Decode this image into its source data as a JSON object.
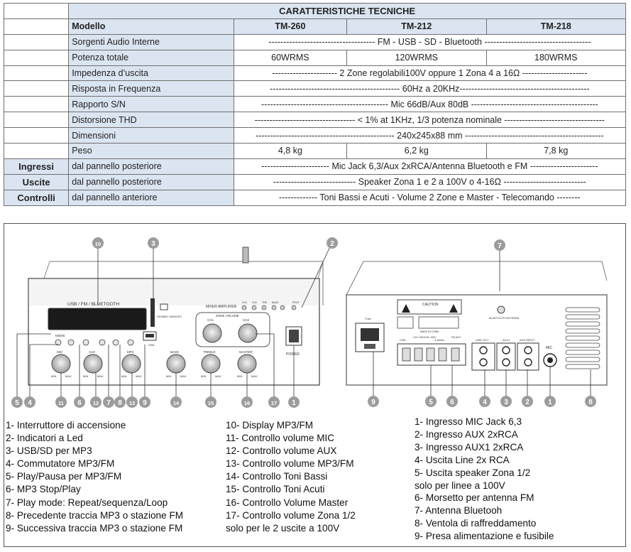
{
  "table": {
    "title": "CARATTERISTICHE TECNICHE",
    "header": {
      "label": "Modello",
      "models": [
        "TM-260",
        "TM-212",
        "TM-218"
      ]
    },
    "rows": [
      {
        "label": "Sorgenti Audio Interne",
        "span": "------------------------------------ FM - USB - SD - Bluetooth ------------------------------------"
      },
      {
        "label": "Potenza totale",
        "values": [
          "60WRMS",
          "120WRMS",
          "180WRMS"
        ]
      },
      {
        "label": "Impedenza d’uscita",
        "span": "---------------------- 2 Zone regolabili100V oppure 1 Zona 4 a 16Ω ----------------------"
      },
      {
        "label": "Risposta in Frequenza",
        "span": "-------------------------------------------- 60Hz a 20KHz--------------------------------------------"
      },
      {
        "label": "Rapporto S/N",
        "span": "------------------------------------------- Mic 66dB/Aux 80dB -------------------------------------------"
      },
      {
        "label": "Distorsione THD",
        "span": "---------------------------------- < 1% at 1KHz, 1/3 potenza nominale ----------------------------------"
      },
      {
        "label": "Dimensioni",
        "span": "----------------------------------------------- 240x245x88 mm -----------------------------------------------"
      },
      {
        "label": "Peso",
        "values": [
          "4,8 kg",
          "6,2 kg",
          "7,8 kg"
        ]
      }
    ],
    "groups": [
      {
        "group": "Ingressi",
        "label": "dal pannello posteriore",
        "span": "----------------------- Mic Jack 6,3/Aux 2xRCA/Antenna Bluetooth e FM -----------------------"
      },
      {
        "group": "Uscite",
        "label": "dal pannello posteriore",
        "span": "---------------------------- Speaker Zona 1 e 2 a 100V o 4-16Ω ----------------------------"
      },
      {
        "group": "Controlli",
        "label": "dal pannello anteriore",
        "span": "------------- Toni Bassi e Acuti - Volume 2 Zone e Master - Telecomando --------"
      }
    ]
  },
  "front_panel": {
    "display_text": "USB / FM / BLUETOOTH",
    "mode_label": "MODE",
    "mixer_label": "MIXER AMPLIFIER",
    "led_labels": [
      "CH1",
      "CH2",
      "TRE",
      "BASS",
      "PROT"
    ],
    "zone_volume_label": "ZONE VOLUME",
    "zone_knobs": [
      "CH1",
      "CH2"
    ],
    "knobs": [
      "MIC",
      "AUX",
      "MP3",
      "BASS",
      "TREBLE",
      "MASTER"
    ],
    "min_label": "MIN",
    "max_label": "MAX",
    "sd_label": "SD/MMC MEMORY",
    "usb_label": "USB",
    "power_label": "POWER"
  },
  "rear_panel": {
    "fuse_label": "Fuse",
    "caution_label": "CAUTION",
    "bluetooth_label": "BLUETOOTH ANTENNA",
    "terminal_labels": [
      "COM",
      "CH1 100V",
      "CH2 100V",
      "4-16ohm",
      "FM ANT"
    ],
    "line_out_label": "LINE OUT",
    "aux1_label": "AUX1",
    "aux_input_label": "AUX INPUT",
    "mic_label": "MIC",
    "made_in": "MADE IN CHINA"
  },
  "callouts": [
    "1",
    "2",
    "3",
    "4",
    "5",
    "6",
    "7",
    "8",
    "9",
    "10",
    "11",
    "12",
    "13",
    "14",
    "15",
    "16",
    "17"
  ],
  "legend_front_left": [
    "1- Interruttore di accensione",
    "2- Indicatori a Led",
    "3- USB/SD per MP3",
    "4- Commutatore MP3/FM",
    "5- Play/Pausa per MP3/FM",
    "6- MP3 Stop/Play",
    "7- Play mode: Repeat/sequenza/Loop",
    "8- Precedente traccia MP3 o stazione FM",
    "9- Successiva traccia MP3 o stazione FM"
  ],
  "legend_front_right": [
    "10- Display MP3/FM",
    "11- Controllo volume MIC",
    "12- Controllo volume AUX",
    "13- Controllo volume MP3/FM",
    "14- Controllo Toni Bassi",
    "15- Controllo Toni Acuti",
    "16- Controllo Volume Master",
    "17- Controllo volume Zona 1/2",
    "solo per le 2 uscite a 100V"
  ],
  "legend_rear": [
    "1- Ingresso MIC Jack 6,3",
    "2- Ingresso AUX 2xRCA",
    "3- Ingresso AUX1 2xRCA",
    "4- Uscita Line 2x RCA",
    "5- Uscita speaker Zona 1/2",
    "solo per linee a 100V",
    "6- Morsetto per antenna FM",
    "7- Antenna Bluetooh",
    "8- Ventola di raffreddamento",
    "9- Presa alimentazione e fusibile"
  ]
}
